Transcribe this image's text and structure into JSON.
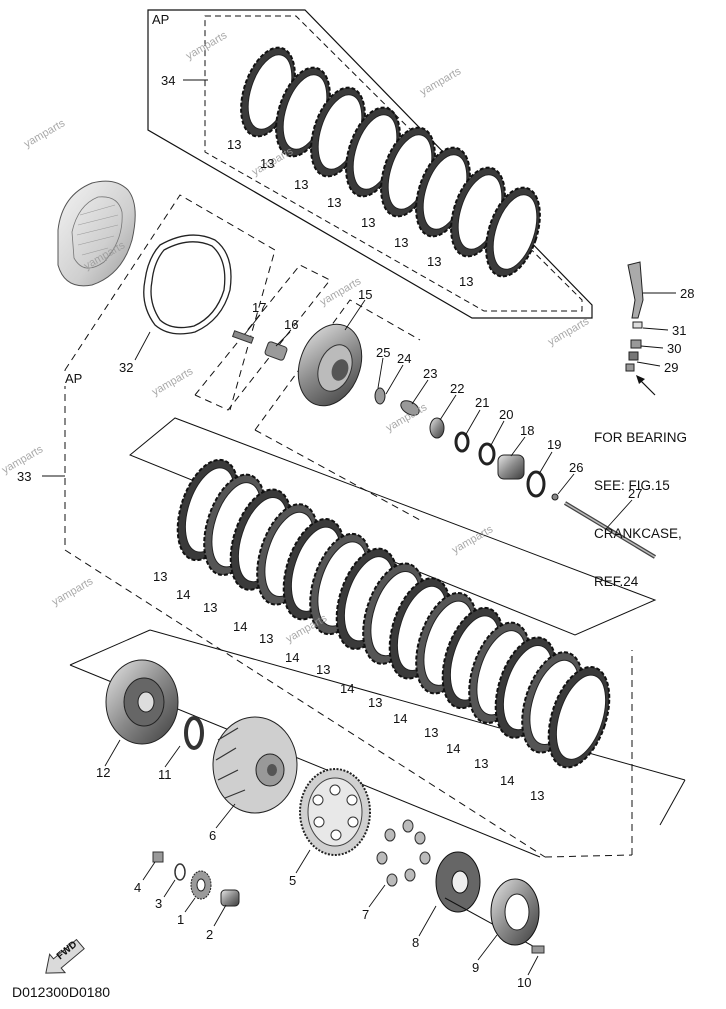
{
  "group_label": "AP",
  "diagram_code": "D012300D0180",
  "fwd_label": "FWD",
  "note_lines": [
    "FOR BEARING",
    "SEE: FIG.15",
    "CRANKCASE,",
    "REF.24"
  ],
  "watermark": "yamparts",
  "parts": [
    "1",
    "2",
    "3",
    "4",
    "5",
    "6",
    "7",
    "8",
    "9",
    "10",
    "11",
    "12",
    "13",
    "14",
    "15",
    "16",
    "17",
    "18",
    "19",
    "20",
    "21",
    "22",
    "23",
    "24",
    "25",
    "26",
    "27",
    "28",
    "29",
    "30",
    "31",
    "32",
    "33",
    "34"
  ],
  "kit_plate_labels": [
    "13",
    "13",
    "13",
    "13",
    "13",
    "13",
    "13",
    "13"
  ],
  "stack_labels": [
    "13",
    "14",
    "13",
    "14",
    "13",
    "14",
    "13",
    "14",
    "13",
    "14",
    "13",
    "14",
    "13",
    "14",
    "13"
  ],
  "icons": [
    "fwd-arrow-icon",
    "pointer-arrow-icon"
  ]
}
